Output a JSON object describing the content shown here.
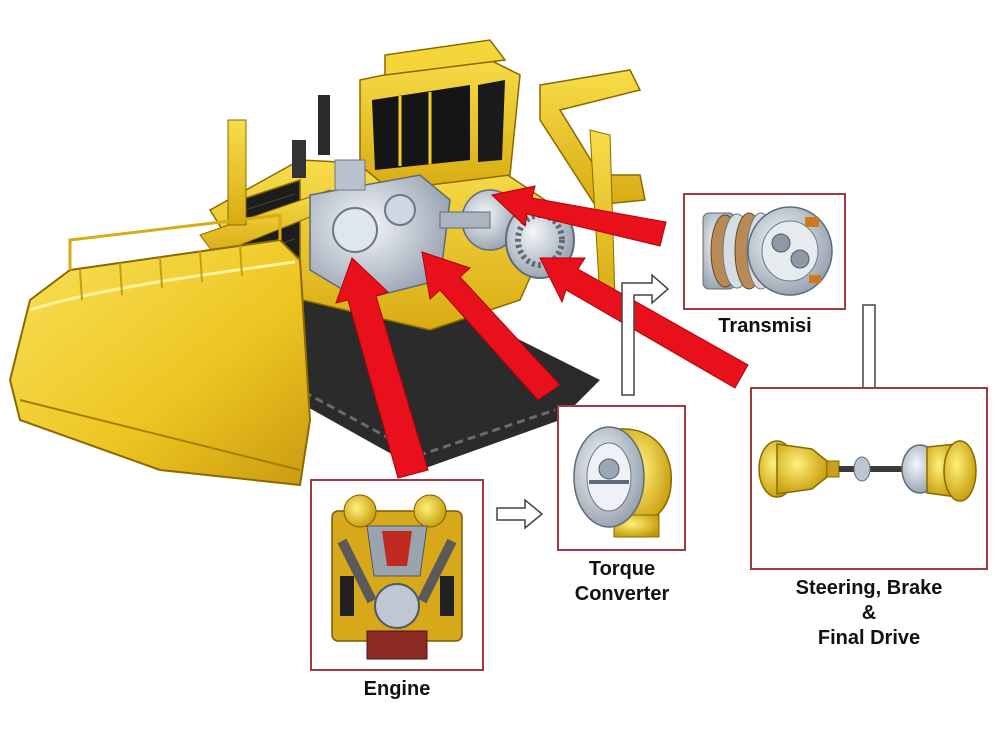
{
  "labels": {
    "transmisi": "Transmisi",
    "torque_line1": "Torque",
    "torque_line2": "Converter",
    "steering_line1": "Steering, Brake",
    "steering_line2": "&",
    "steering_line3": "Final Drive",
    "engine": "Engine"
  },
  "components": [
    "bulldozer",
    "engine",
    "torque-converter",
    "transmission",
    "steering-brake-final-drive"
  ],
  "colors": {
    "machine_yellow": "#f2cd22",
    "machine_dark": "#2a2a2a",
    "arrow_red": "#e8101a",
    "box_border": "#a23a44",
    "metal": "#c9d3de"
  }
}
